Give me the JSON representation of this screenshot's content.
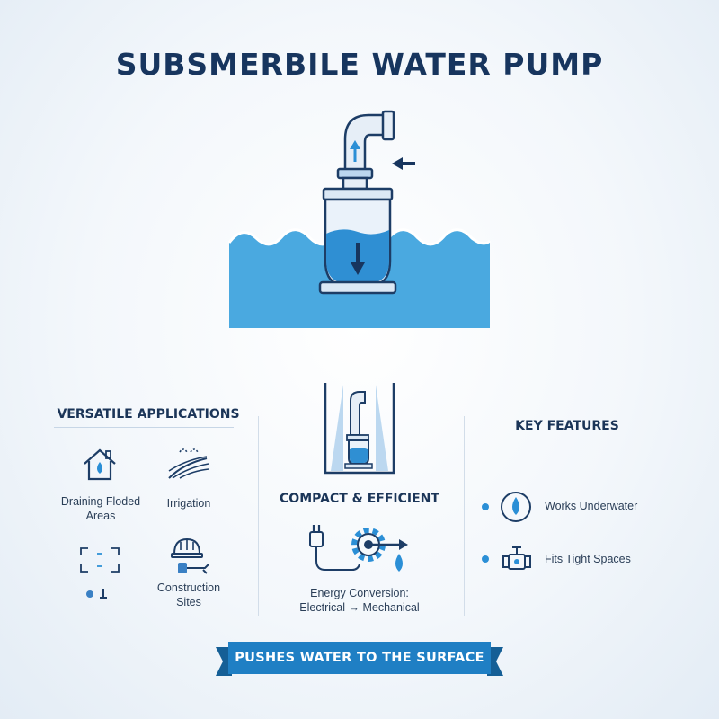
{
  "title": "SUBSMERBILE WATER PUMP",
  "left_panel": {
    "heading": "VERSATILE APPLICATIONS",
    "items": [
      {
        "label": "Draining Floded Areas",
        "icon": "house-water-icon"
      },
      {
        "label": "Irrigation",
        "icon": "irrigation-field-icon"
      },
      {
        "label": "",
        "icon": "focus-frame-icon"
      },
      {
        "label": "Construction Sites",
        "icon": "hard-hat-tool-icon"
      }
    ]
  },
  "center_panel": {
    "heading": "COMPACT & EFFICIENT",
    "caption_line1": "Energy Conversion:",
    "caption_line2": "Electrical → Mechanical"
  },
  "right_panel": {
    "heading": "KEY FEATURES",
    "items": [
      {
        "label": "Works Underwater",
        "icon": "water-drop-circle-icon"
      },
      {
        "label": "Fits Tight Spaces",
        "icon": "pipe-valve-icon"
      }
    ]
  },
  "banner": {
    "text": "PUSHES WATER TO THE SURFACE"
  },
  "colors": {
    "navy": "#17355e",
    "water": "#4aa9e0",
    "accent_blue": "#2b8fd6",
    "banner": "#1f7fc4"
  }
}
